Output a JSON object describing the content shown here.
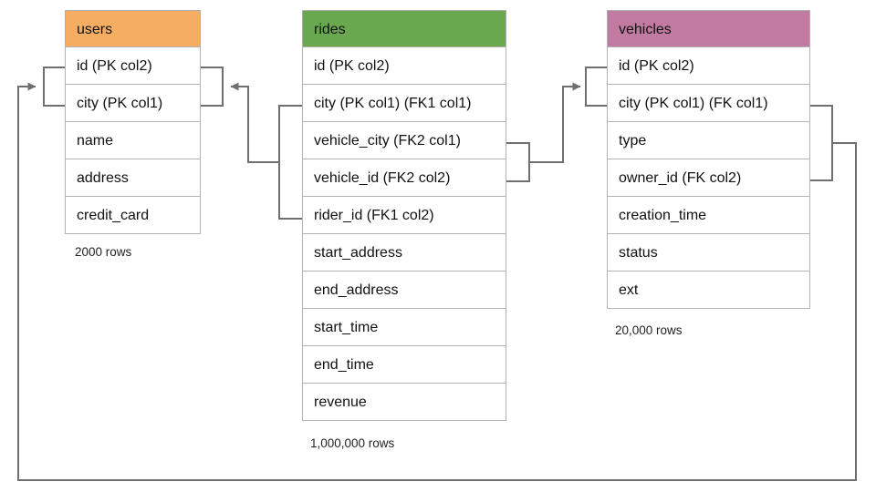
{
  "diagram": {
    "type": "entity-relationship-diagram",
    "background": "#ffffff",
    "line_color": "#6f6f6f"
  },
  "tables": [
    {
      "id": "users",
      "name": "users",
      "header_color": "#f5ad62",
      "row_count_label": "2000 rows",
      "columns": [
        {
          "label": "id (PK col2)"
        },
        {
          "label": "city (PK col1)"
        },
        {
          "label": "name"
        },
        {
          "label": "address"
        },
        {
          "label": "credit_card"
        }
      ]
    },
    {
      "id": "rides",
      "name": "rides",
      "header_color": "#69a84f",
      "row_count_label": "1,000,000 rows",
      "columns": [
        {
          "label": "id (PK col2)"
        },
        {
          "label": "city (PK col1) (FK1 col1)"
        },
        {
          "label": "vehicle_city (FK2 col1)"
        },
        {
          "label": "vehicle_id (FK2 col2)"
        },
        {
          "label": "rider_id (FK1 col2)"
        },
        {
          "label": "start_address"
        },
        {
          "label": "end_address"
        },
        {
          "label": "start_time"
        },
        {
          "label": "end_time"
        },
        {
          "label": "revenue"
        }
      ]
    },
    {
      "id": "vehicles",
      "name": "vehicles",
      "header_color": "#c27ba0",
      "row_count_label": "20,000 rows",
      "columns": [
        {
          "label": "id (PK col2)"
        },
        {
          "label": "city (PK col1) (FK col1)"
        },
        {
          "label": "type"
        },
        {
          "label": "owner_id (FK col2)"
        },
        {
          "label": "creation_time"
        },
        {
          "label": "status"
        },
        {
          "label": "ext"
        }
      ]
    }
  ],
  "relationships": [
    {
      "id": "fk1-rides-to-users",
      "from_table": "rides",
      "from_columns": [
        "city (PK col1) (FK1 col1)",
        "rider_id (FK1 col2)"
      ],
      "to_table": "users",
      "to_columns": [
        "id (PK col2)",
        "city (PK col1)"
      ],
      "arrow": "to-users-right"
    },
    {
      "id": "fk2-rides-to-vehicles",
      "from_table": "rides",
      "from_columns": [
        "vehicle_city (FK2 col1)",
        "vehicle_id (FK2 col2)"
      ],
      "to_table": "vehicles",
      "to_columns": [
        "id (PK col2)",
        "city (PK col1) (FK col1)"
      ],
      "arrow": "to-vehicles-left"
    },
    {
      "id": "fk-vehicles-to-users",
      "from_table": "vehicles",
      "from_columns": [
        "city (PK col1) (FK col1)",
        "owner_id (FK col2)"
      ],
      "to_table": "users",
      "to_columns": [
        "id (PK col2)",
        "city (PK col1)"
      ],
      "arrow": "to-users-left"
    }
  ]
}
